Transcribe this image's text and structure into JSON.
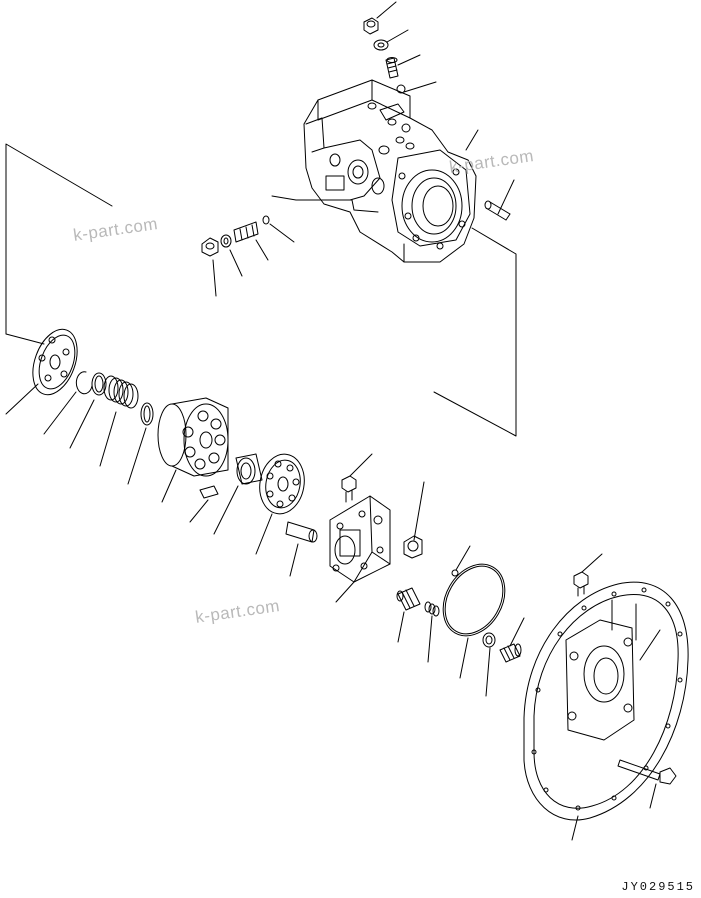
{
  "drawing": {
    "code": "JY029515",
    "watermarks": [
      "k-part.com",
      "k-part.com",
      "k-part.com"
    ],
    "line_color": "#000000",
    "watermark_color": "#b9b9b9"
  },
  "parts": [
    {
      "name": "pump-housing-block"
    },
    {
      "name": "top-plug-nut"
    },
    {
      "name": "top-washer"
    },
    {
      "name": "top-valve"
    },
    {
      "name": "top-ball"
    },
    {
      "name": "dowel-pin"
    },
    {
      "name": "adjuster-nut"
    },
    {
      "name": "adjuster-washer"
    },
    {
      "name": "adjuster-screw"
    },
    {
      "name": "adjuster-o-ring"
    },
    {
      "name": "swash-plate"
    },
    {
      "name": "snap-ring"
    },
    {
      "name": "thrust-washer"
    },
    {
      "name": "spring"
    },
    {
      "name": "spacer-ring"
    },
    {
      "name": "cylinder-block"
    },
    {
      "name": "guide-pin"
    },
    {
      "name": "bearing"
    },
    {
      "name": "valve-plate"
    },
    {
      "name": "shaft-pin"
    },
    {
      "name": "small-bolt"
    },
    {
      "name": "valve-block"
    },
    {
      "name": "plug"
    },
    {
      "name": "small-ball"
    },
    {
      "name": "large-o-ring"
    },
    {
      "name": "relief-valve"
    },
    {
      "name": "spring-small"
    },
    {
      "name": "small-o-ring"
    },
    {
      "name": "sleeve"
    },
    {
      "name": "end-bolt"
    },
    {
      "name": "end-cover"
    },
    {
      "name": "mounting-bolt"
    }
  ]
}
